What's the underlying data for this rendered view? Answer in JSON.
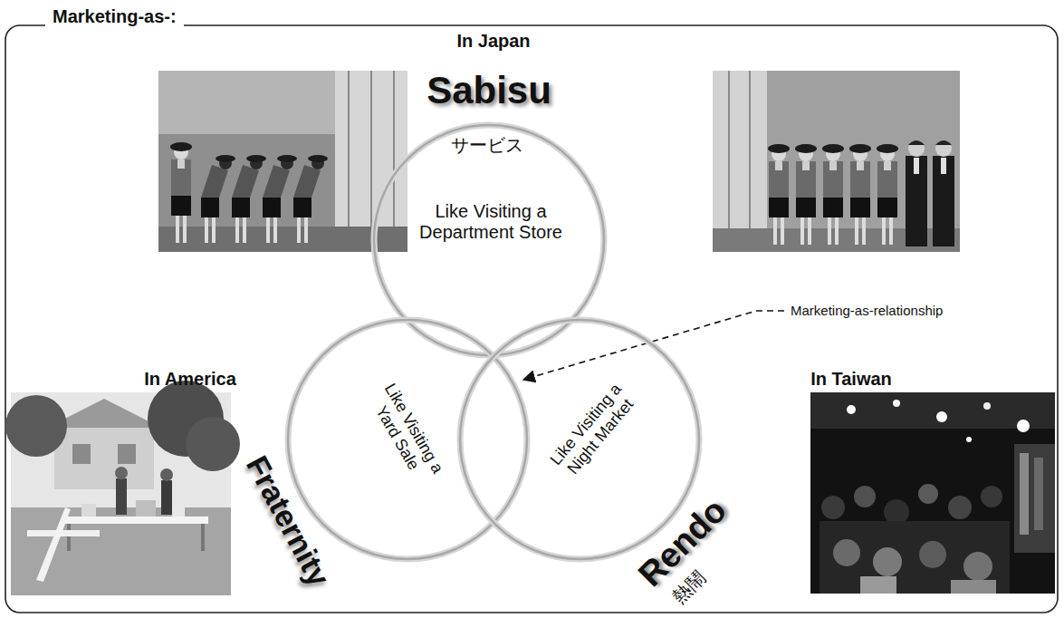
{
  "diagram": {
    "title": "Marketing-as-:",
    "nodes": [
      {
        "text": [
          "In Japan",
          "Sabisu",
          "サービス",
          "Like Visiting a Department Store"
        ]
      },
      {
        "text": [
          "In America",
          "Fraternity",
          "Like Visiting a Yard Sale"
        ]
      },
      {
        "text": [
          "In Taiwan",
          "熱鬧",
          "Rendo",
          "Like Visiting a Night Market"
        ]
      }
    ],
    "labels": [
      "Marketing-as-relationship"
    ]
  }
}
